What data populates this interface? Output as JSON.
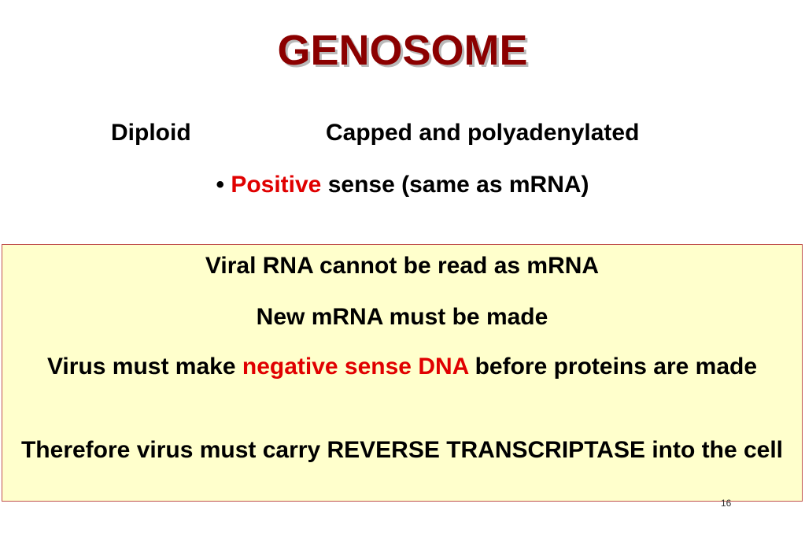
{
  "slide": {
    "title": "GENOSOME",
    "line1": {
      "left": "Diploid",
      "right": "Capped and polyadenylated"
    },
    "line2": {
      "bullet": "•",
      "highlight": "Positive",
      "rest": "sense (same as mRNA)"
    },
    "box": {
      "p1": "Viral RNA cannot be read as mRNA",
      "p2": "New mRNA must be made",
      "p3": {
        "before": "Virus must make",
        "highlight": "negative sense DNA",
        "after": "before proteins are made"
      },
      "p4": "Therefore virus must carry REVERSE TRANSCRIPTASE into the cell"
    },
    "page_number": "16",
    "colors": {
      "title": "#8b0000",
      "highlight": "#e00000",
      "box_background": "#ffffcc",
      "box_border": "#c0504d"
    }
  }
}
